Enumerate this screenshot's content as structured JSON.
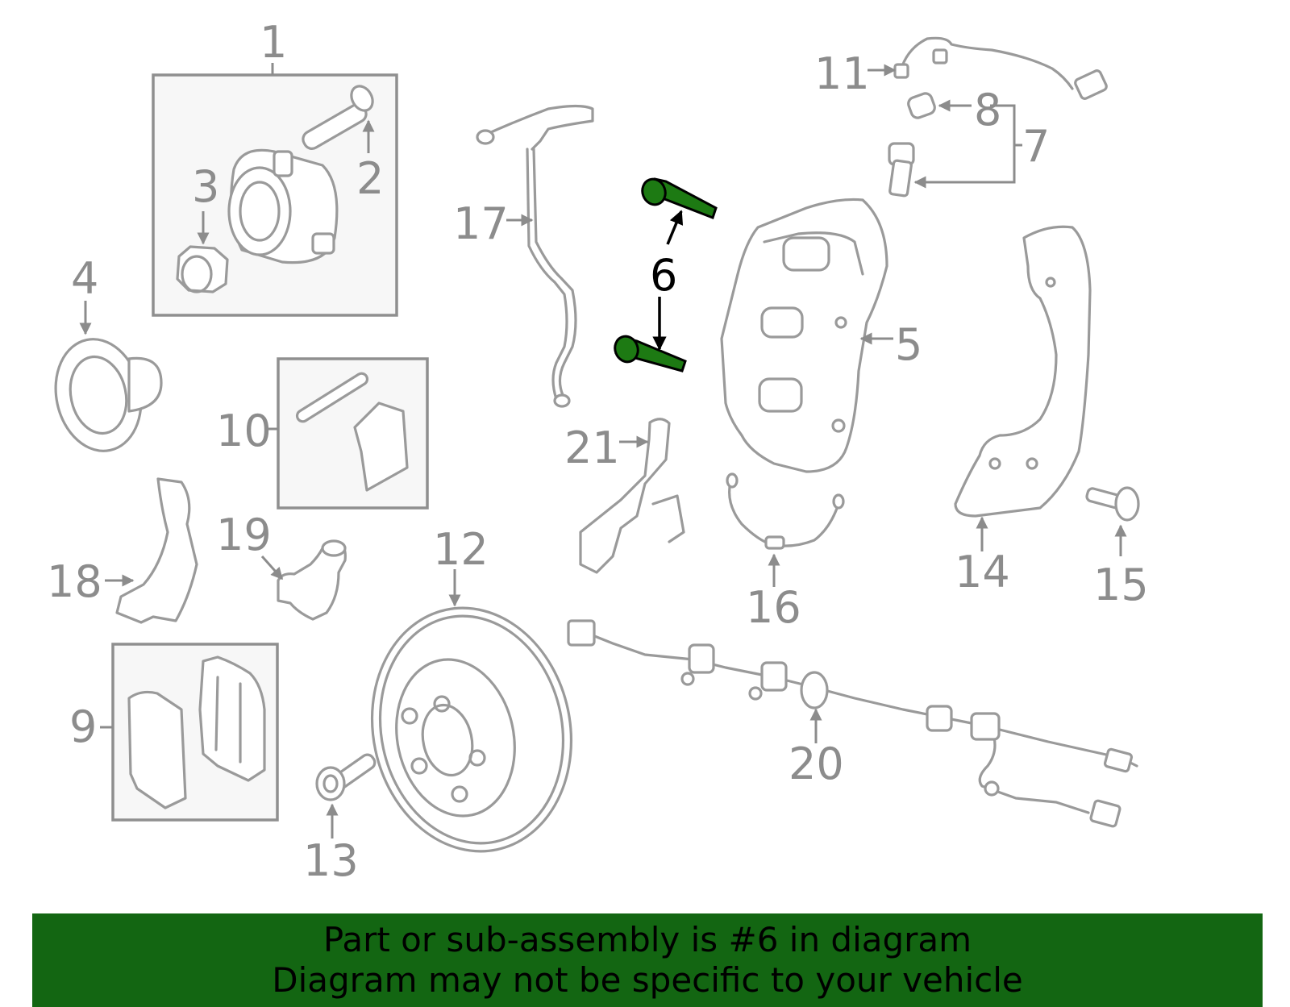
{
  "callouts": {
    "c1": "1",
    "c2": "2",
    "c3": "3",
    "c4": "4",
    "c5": "5",
    "c6": "6",
    "c7": "7",
    "c8": "8",
    "c9": "9",
    "c10": "10",
    "c11": "11",
    "c12": "12",
    "c13": "13",
    "c14": "14",
    "c15": "15",
    "c16": "16",
    "c17": "17",
    "c18": "18",
    "c19": "19",
    "c20": "20",
    "c21": "21"
  },
  "highlighted_part": "6",
  "banner": {
    "line1": "Part or sub-assembly is #6 in diagram",
    "line2": "Diagram may not be specific to your vehicle",
    "background": "#136612"
  },
  "colors": {
    "linework": "#9a9a9a",
    "highlight_part": "#1d7a13",
    "group_box_fill": "#f7f7f7"
  }
}
